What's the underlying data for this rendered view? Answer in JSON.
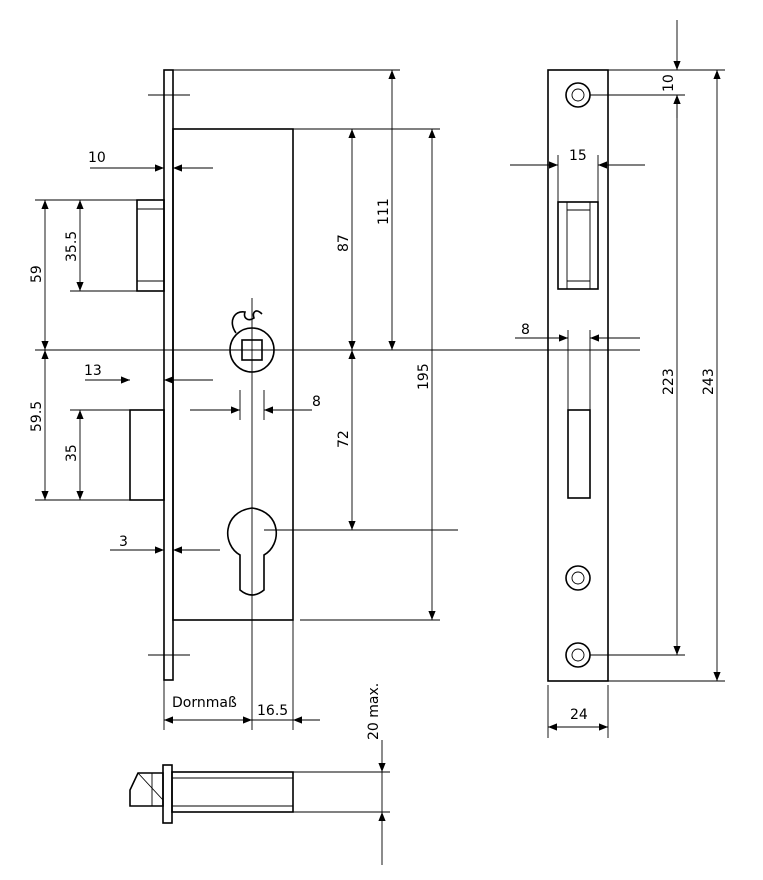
{
  "dimensions": {
    "front_10": "10",
    "front_59": "59",
    "front_35_5": "35.5",
    "front_13": "13",
    "front_59_5": "59.5",
    "front_35": "35",
    "front_3": "3",
    "front_8_follower": "8",
    "front_87": "87",
    "front_111": "111",
    "front_72": "72",
    "front_195": "195",
    "backset_label": "Dornmaß",
    "backset_16_5": "16.5",
    "side_20_max": "20 max.",
    "plate_10": "10",
    "plate_15": "15",
    "plate_8": "8",
    "plate_223": "223",
    "plate_243": "243",
    "plate_24": "24"
  }
}
